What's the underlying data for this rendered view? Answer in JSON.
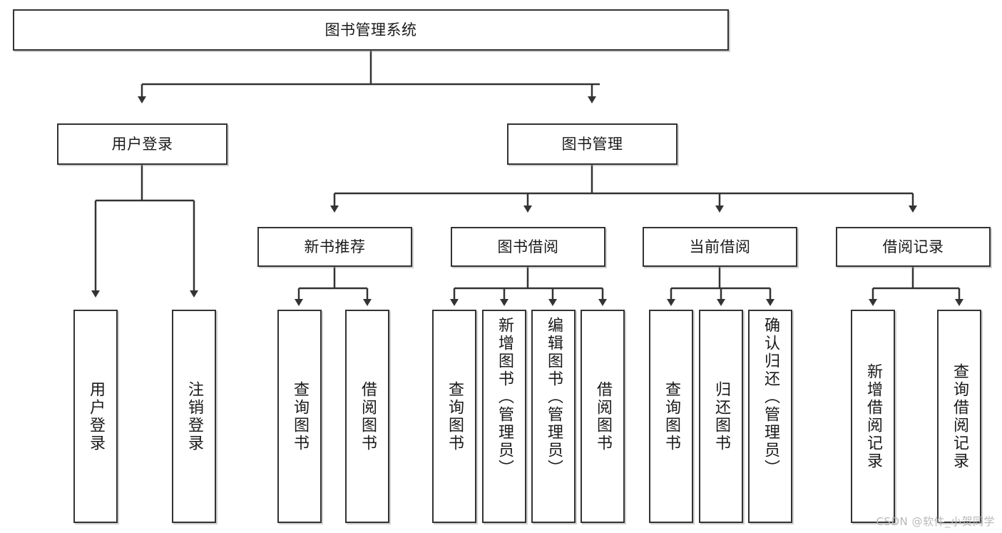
{
  "diagram": {
    "title": "图书管理系统",
    "watermark": "CSDN @软件_小贺同学",
    "colors": {
      "background": "#ffffff",
      "stroke": "#333333",
      "text": "#1a1a1a",
      "watermark": "#b8b8b8"
    },
    "root": {
      "label": "图书管理系统"
    },
    "level1": [
      {
        "label": "用户登录"
      },
      {
        "label": "图书管理"
      }
    ],
    "level2": [
      {
        "label": "新书推荐"
      },
      {
        "label": "图书借阅"
      },
      {
        "label": "当前借阅"
      },
      {
        "label": "借阅记录"
      }
    ],
    "leaves": {
      "user_login": [
        {
          "label": "用户登录"
        },
        {
          "label": "注销登录"
        }
      ],
      "new_book_recommend": [
        {
          "label": "查询图书"
        },
        {
          "label": "借阅图书"
        }
      ],
      "book_borrow": [
        {
          "label": "查询图书"
        },
        {
          "label": "新增图书（管理员）"
        },
        {
          "label": "编辑图书（管理员）"
        },
        {
          "label": "借阅图书"
        }
      ],
      "current_borrow": [
        {
          "label": "查询图书"
        },
        {
          "label": "归还图书"
        },
        {
          "label": "确认归还（管理员）"
        }
      ],
      "borrow_record": [
        {
          "label": "新增借阅记录"
        },
        {
          "label": "查询借阅记录"
        }
      ]
    }
  }
}
